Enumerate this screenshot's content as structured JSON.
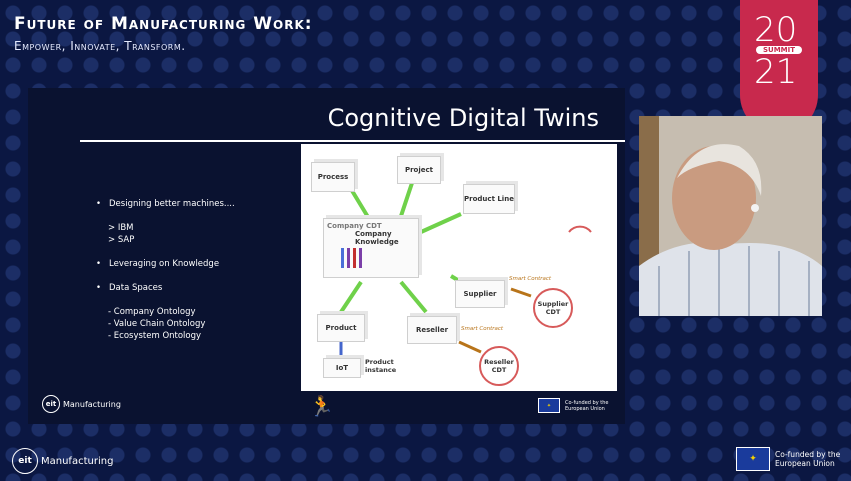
{
  "event": {
    "title": "Future of Manufacturing Work:",
    "subtitle": "Empower, Innovate, Transform."
  },
  "badge": {
    "year_top": "20",
    "year_bottom": "21",
    "label": "SUMMIT"
  },
  "slide": {
    "title": "Cognitive Digital Twins",
    "bullets": [
      {
        "text": "Designing better machines....",
        "subs": [
          "> IBM",
          "> SAP"
        ]
      },
      {
        "text": "Leveraging on Knowledge",
        "subs": []
      },
      {
        "text": "Data Spaces",
        "subs": [
          "- Company Ontology",
          "- Value Chain Ontology",
          "- Ecosystem Ontology"
        ]
      }
    ],
    "diagram": {
      "company_cdt": "Company CDT",
      "company_knowledge": "Company Knowledge",
      "process": "Process",
      "project": "Project",
      "product_line": "Product Line",
      "supplier": "Supplier",
      "product": "Product",
      "reseller": "Reseller",
      "iot": "IoT",
      "product_instance": "Product instance",
      "supplier_cdt": "Supplier CDT",
      "reseller_cdt": "Reseller CDT",
      "smart_contract_1": "Smart Contract",
      "smart_contract_2": "Smart Contract"
    },
    "footer_logo_text": "Manufacturing",
    "footer_eu": "Co-funded by the European Union"
  },
  "bottom": {
    "logo_text": "Manufacturing",
    "eu_text_1": "Co-funded by the",
    "eu_text_2": "European Union"
  },
  "colors": {
    "background": "#0b1742",
    "badge": "#c8294d",
    "line_green": "#6fd14a",
    "line_orange": "#b8741a"
  }
}
